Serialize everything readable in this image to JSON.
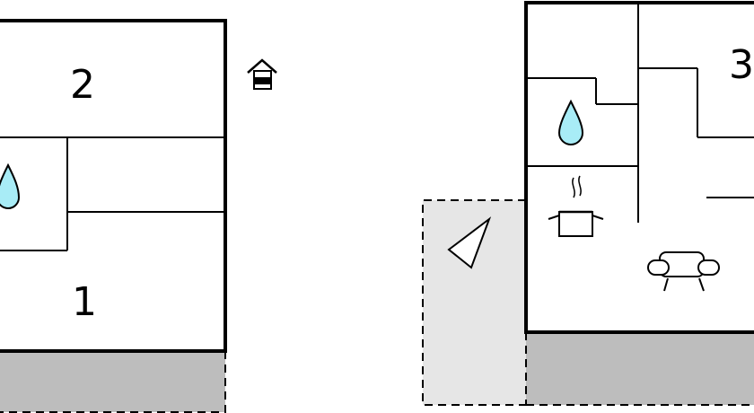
{
  "floors": [
    {
      "rooms": [
        {
          "id": "room-2",
          "label": "2"
        },
        {
          "id": "room-1",
          "label": "1"
        }
      ],
      "icons": [
        "water-drop-icon",
        "house-floor-icon"
      ]
    },
    {
      "rooms": [
        {
          "id": "room-3",
          "label": "3"
        }
      ],
      "icons": [
        "water-drop-icon",
        "cooking-pot-icon",
        "sofa-icon",
        "terrace-triangle-icon"
      ]
    }
  ],
  "colors": {
    "wall": "#000000",
    "water": "#a8ecf6",
    "terrace": "#e6e6e6",
    "outdoor": "#bdbdbd"
  }
}
